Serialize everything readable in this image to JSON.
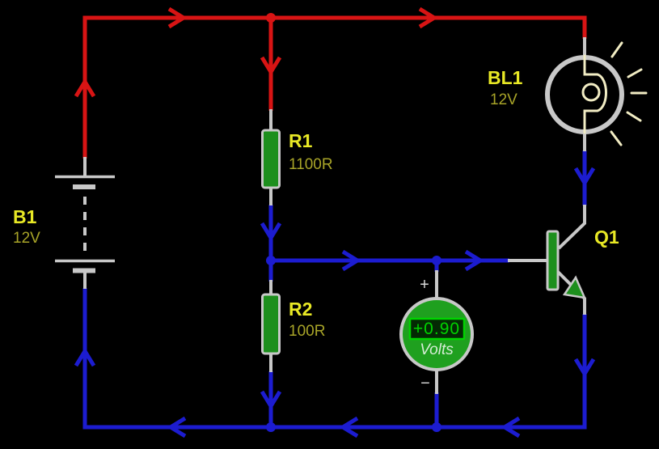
{
  "colors": {
    "wire_positive": "#D81414",
    "wire_negative": "#1C1CD0",
    "lead_gray": "#C8C8C8",
    "component_green": "#1D8F1D",
    "label_yellow": "#E8E825",
    "value_olive": "#A8A428",
    "meter_green": "#1FA01F",
    "display_bg": "#042A04",
    "display_green": "#00D400",
    "volts_text": "#D6EDD6",
    "filament_cream": "#F2EDC4",
    "canvas_background": "#000000"
  },
  "components": {
    "battery": {
      "name": "B1",
      "value": "12V"
    },
    "resistor_r1": {
      "name": "R1",
      "value": "1100R"
    },
    "resistor_r2": {
      "name": "R2",
      "value": "100R"
    },
    "bulb": {
      "name": "BL1",
      "value": "12V"
    },
    "transistor": {
      "name": "Q1"
    },
    "voltmeter": {
      "reading": "+0.90",
      "unit": "Volts",
      "positive_terminal": "+",
      "negative_terminal": "−"
    }
  }
}
